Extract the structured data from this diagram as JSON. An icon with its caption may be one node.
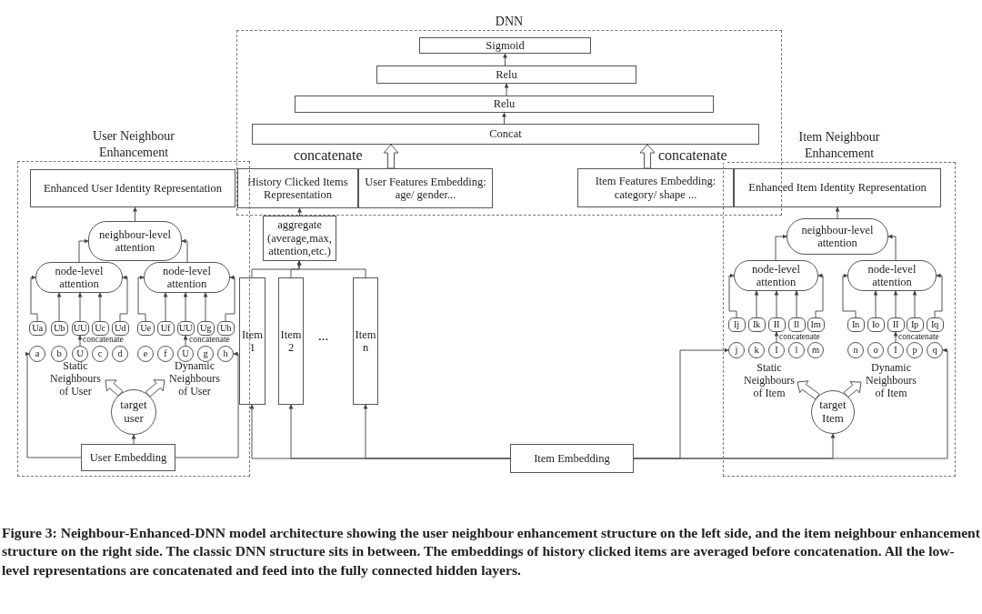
{
  "diagram": {
    "caption": "Figure 3: Neighbour-Enhanced-DNN model architecture showing the user neighbour enhancement structure on the left side, and the item neighbour enhancement structure on the right side. The classic DNN structure sits in between. The embeddings of history clicked items are averaged before concatenation. All the low-level representations are concatenated and feed into the fully connected hidden layers.",
    "nodes": [
      {
        "text": [
          "DNN"
        ]
      },
      {
        "text": [
          "Sigmoid"
        ],
        "in": 0
      },
      {
        "text": [
          "Relu"
        ],
        "in": 0
      },
      {
        "text": [
          "Relu"
        ],
        "in": 0
      },
      {
        "text": [
          "Concat"
        ],
        "in": 0
      },
      {
        "text": [
          "History Clicked Items Representation"
        ],
        "in": 0
      },
      {
        "text": [
          "User Features Embedding: age/ gender..."
        ],
        "in": 0
      },
      {
        "text": [
          "Item Features Embedding: category/ shape ..."
        ],
        "in": 0
      },
      {
        "text": [
          "User Neighbour Enhancement"
        ]
      },
      {
        "text": [
          "Enhanced User Identity Representation"
        ],
        "in": 8
      },
      {
        "text": [
          "neighbour-level attention"
        ],
        "in": 8
      },
      {
        "text": [
          "node-level attention"
        ],
        "in": 8
      },
      {
        "text": [
          "node-level attention"
        ],
        "in": 8
      },
      {
        "text": [
          "Ua"
        ],
        "in": 8
      },
      {
        "text": [
          "Ub"
        ],
        "in": 8
      },
      {
        "text": [
          "UU"
        ],
        "in": 8
      },
      {
        "text": [
          "Uc"
        ],
        "in": 8
      },
      {
        "text": [
          "Ud"
        ],
        "in": 8
      },
      {
        "text": [
          "Ue"
        ],
        "in": 8
      },
      {
        "text": [
          "Uf"
        ],
        "in": 8
      },
      {
        "text": [
          "UU"
        ],
        "in": 8
      },
      {
        "text": [
          "Ug"
        ],
        "in": 8
      },
      {
        "text": [
          "Uh"
        ],
        "in": 8
      },
      {
        "text": [
          "a"
        ],
        "in": 8
      },
      {
        "text": [
          "b"
        ],
        "in": 8
      },
      {
        "text": [
          "U"
        ],
        "in": 8
      },
      {
        "text": [
          "c"
        ],
        "in": 8
      },
      {
        "text": [
          "d"
        ],
        "in": 8
      },
      {
        "text": [
          "e"
        ],
        "in": 8
      },
      {
        "text": [
          "f"
        ],
        "in": 8
      },
      {
        "text": [
          "U"
        ],
        "in": 8
      },
      {
        "text": [
          "g"
        ],
        "in": 8
      },
      {
        "text": [
          "h"
        ],
        "in": 8
      },
      {
        "text": [
          "Static Neighbours of User"
        ],
        "in": 8
      },
      {
        "text": [
          "Dynamic Neighbours of User"
        ],
        "in": 8
      },
      {
        "text": [
          "target user"
        ],
        "in": 8
      },
      {
        "text": [
          "User Embedding"
        ],
        "in": 8
      },
      {
        "text": [
          "aggregate (average,max, attention,etc.)"
        ]
      },
      {
        "text": [
          "Item 1"
        ]
      },
      {
        "text": [
          "Item 2"
        ]
      },
      {
        "text": [
          "Item n"
        ]
      },
      {
        "text": [
          "Item Embedding"
        ]
      },
      {
        "text": [
          "Item Neighbour Enhancement"
        ]
      },
      {
        "text": [
          "Enhanced Item Identity Representation"
        ],
        "in": 42
      },
      {
        "text": [
          "neighbour-level attention"
        ],
        "in": 42
      },
      {
        "text": [
          "node-level attention"
        ],
        "in": 42
      },
      {
        "text": [
          "node-level attention"
        ],
        "in": 42
      },
      {
        "text": [
          "Ij"
        ],
        "in": 42
      },
      {
        "text": [
          "Ik"
        ],
        "in": 42
      },
      {
        "text": [
          "II"
        ],
        "in": 42
      },
      {
        "text": [
          "Il"
        ],
        "in": 42
      },
      {
        "text": [
          "Im"
        ],
        "in": 42
      },
      {
        "text": [
          "In"
        ],
        "in": 42
      },
      {
        "text": [
          "Io"
        ],
        "in": 42
      },
      {
        "text": [
          "II"
        ],
        "in": 42
      },
      {
        "text": [
          "Ip"
        ],
        "in": 42
      },
      {
        "text": [
          "Iq"
        ],
        "in": 42
      },
      {
        "text": [
          "j"
        ],
        "in": 42
      },
      {
        "text": [
          "k"
        ],
        "in": 42
      },
      {
        "text": [
          "I"
        ],
        "in": 42
      },
      {
        "text": [
          "l"
        ],
        "in": 42
      },
      {
        "text": [
          "m"
        ],
        "in": 42
      },
      {
        "text": [
          "n"
        ],
        "in": 42
      },
      {
        "text": [
          "o"
        ],
        "in": 42
      },
      {
        "text": [
          "I"
        ],
        "in": 42
      },
      {
        "text": [
          "p"
        ],
        "in": 42
      },
      {
        "text": [
          "q"
        ],
        "in": 42
      },
      {
        "text": [
          "Static Neighbours of Item"
        ],
        "in": 42
      },
      {
        "text": [
          "Dynamic Neighbours of Item"
        ],
        "in": 42
      },
      {
        "text": [
          "target Item"
        ],
        "in": 42
      }
    ],
    "edges": [
      {
        "from": 2,
        "to": 1,
        "arrow": "to"
      },
      {
        "from": 3,
        "to": 2,
        "arrow": "to"
      },
      {
        "from": 4,
        "to": 3,
        "arrow": "to"
      },
      {
        "from": 6,
        "to": 4,
        "arrow": "to",
        "style": "thick",
        "label": "concatenate"
      },
      {
        "from": 7,
        "to": 4,
        "arrow": "to",
        "style": "thick",
        "label": "concatenate"
      },
      {
        "from": 37,
        "to": 5,
        "arrow": "to"
      },
      {
        "from": 38,
        "to": 37,
        "arrow": "to"
      },
      {
        "from": 39,
        "to": 37,
        "arrow": "to"
      },
      {
        "from": 40,
        "to": 37,
        "arrow": "to"
      },
      {
        "from": 41,
        "to": 38,
        "arrow": "to"
      },
      {
        "from": 41,
        "to": 39,
        "arrow": "to"
      },
      {
        "from": 41,
        "to": 40,
        "arrow": "to"
      },
      {
        "from": 41,
        "to": 57,
        "arrow": "to"
      },
      {
        "from": 41,
        "to": 69,
        "arrow": "to"
      },
      {
        "from": 41,
        "to": 66,
        "arrow": "to"
      },
      {
        "from": 36,
        "to": 35,
        "arrow": "to"
      },
      {
        "from": 36,
        "to": 23,
        "arrow": "to"
      },
      {
        "from": 36,
        "to": 32,
        "arrow": "to"
      },
      {
        "from": 35,
        "to": 33,
        "arrow": "to",
        "style": "thick"
      },
      {
        "from": 35,
        "to": 34,
        "arrow": "to",
        "style": "thick"
      },
      {
        "from": 25,
        "to": 15,
        "arrow": "to"
      },
      {
        "from": 30,
        "to": 20,
        "arrow": "to"
      },
      {
        "from": 13,
        "to": 11,
        "arrow": "to"
      },
      {
        "from": 14,
        "to": 11,
        "arrow": "to"
      },
      {
        "from": 15,
        "to": 11,
        "arrow": "to"
      },
      {
        "from": 16,
        "to": 11,
        "arrow": "to"
      },
      {
        "from": 17,
        "to": 11,
        "arrow": "to"
      },
      {
        "from": 18,
        "to": 12,
        "arrow": "to"
      },
      {
        "from": 19,
        "to": 12,
        "arrow": "to"
      },
      {
        "from": 20,
        "to": 12,
        "arrow": "to"
      },
      {
        "from": 21,
        "to": 12,
        "arrow": "to"
      },
      {
        "from": 22,
        "to": 12,
        "arrow": "to"
      },
      {
        "from": 11,
        "to": 10,
        "arrow": "to"
      },
      {
        "from": 12,
        "to": 10,
        "arrow": "to"
      },
      {
        "from": 10,
        "to": 9,
        "arrow": "to"
      },
      {
        "from": 69,
        "to": 67,
        "arrow": "to",
        "style": "thick"
      },
      {
        "from": 69,
        "to": 68,
        "arrow": "to",
        "style": "thick"
      },
      {
        "from": 59,
        "to": 49,
        "arrow": "to"
      },
      {
        "from": 64,
        "to": 54,
        "arrow": "to"
      },
      {
        "from": 47,
        "to": 45,
        "arrow": "to"
      },
      {
        "from": 48,
        "to": 45,
        "arrow": "to"
      },
      {
        "from": 49,
        "to": 45,
        "arrow": "to"
      },
      {
        "from": 50,
        "to": 45,
        "arrow": "to"
      },
      {
        "from": 51,
        "to": 45,
        "arrow": "to"
      },
      {
        "from": 52,
        "to": 46,
        "arrow": "to"
      },
      {
        "from": 53,
        "to": 46,
        "arrow": "to"
      },
      {
        "from": 54,
        "to": 46,
        "arrow": "to"
      },
      {
        "from": 55,
        "to": 46,
        "arrow": "to"
      },
      {
        "from": 56,
        "to": 46,
        "arrow": "to"
      },
      {
        "from": 45,
        "to": 44,
        "arrow": "to"
      },
      {
        "from": 46,
        "to": 44,
        "arrow": "to"
      },
      {
        "from": 44,
        "to": 43,
        "arrow": "to"
      }
    ],
    "labels": [
      "concatenate",
      "concatenate",
      "...",
      "concatenate",
      "concatenate"
    ]
  }
}
